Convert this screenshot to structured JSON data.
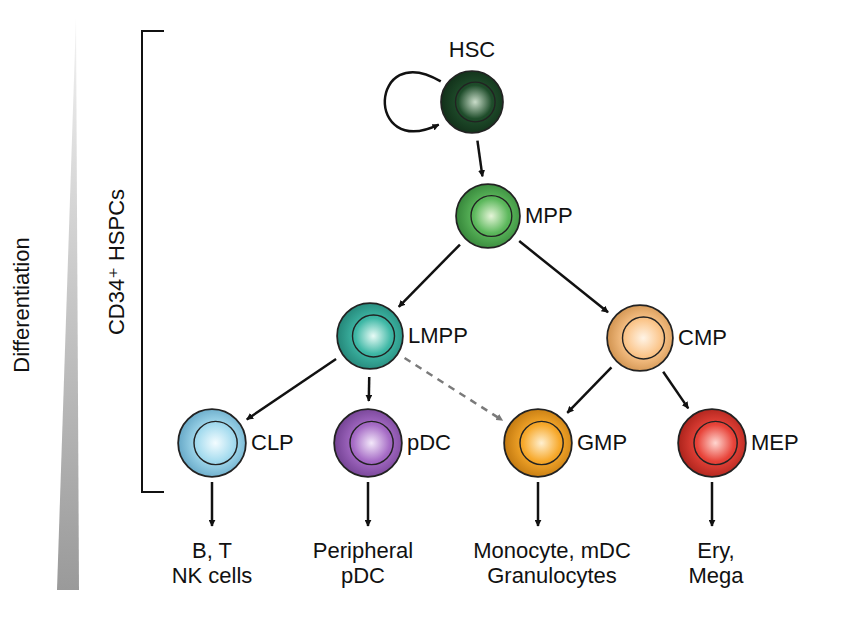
{
  "diagram": {
    "nodes": [
      {
        "text": [
          "HSC"
        ]
      },
      {
        "text": [
          "MPP"
        ]
      },
      {
        "text": [
          "LMPP"
        ]
      },
      {
        "text": [
          "CMP"
        ]
      },
      {
        "text": [
          "CLP"
        ]
      },
      {
        "text": [
          "pDC"
        ]
      },
      {
        "text": [
          "GMP"
        ]
      },
      {
        "text": [
          "MEP"
        ]
      }
    ],
    "edges": [
      {
        "from": 0,
        "to": 0,
        "arrow": "to"
      },
      {
        "from": 0,
        "to": 1,
        "arrow": "to"
      },
      {
        "from": 1,
        "to": 2,
        "arrow": "to"
      },
      {
        "from": 1,
        "to": 3,
        "arrow": "to"
      },
      {
        "from": 2,
        "to": 4,
        "arrow": "to"
      },
      {
        "from": 2,
        "to": 5,
        "arrow": "to"
      },
      {
        "from": 2,
        "to": 6,
        "arrow": "to"
      },
      {
        "from": 3,
        "to": 6,
        "arrow": "to"
      },
      {
        "from": 3,
        "to": 7,
        "arrow": "to"
      }
    ],
    "labels": [
      "Differentiation",
      "CD34⁺ HSPCs",
      "B, T",
      "NK cells",
      "Peripheral pDC",
      "Monocyte, mDC Granulocytes",
      "Ery, Mega"
    ]
  }
}
